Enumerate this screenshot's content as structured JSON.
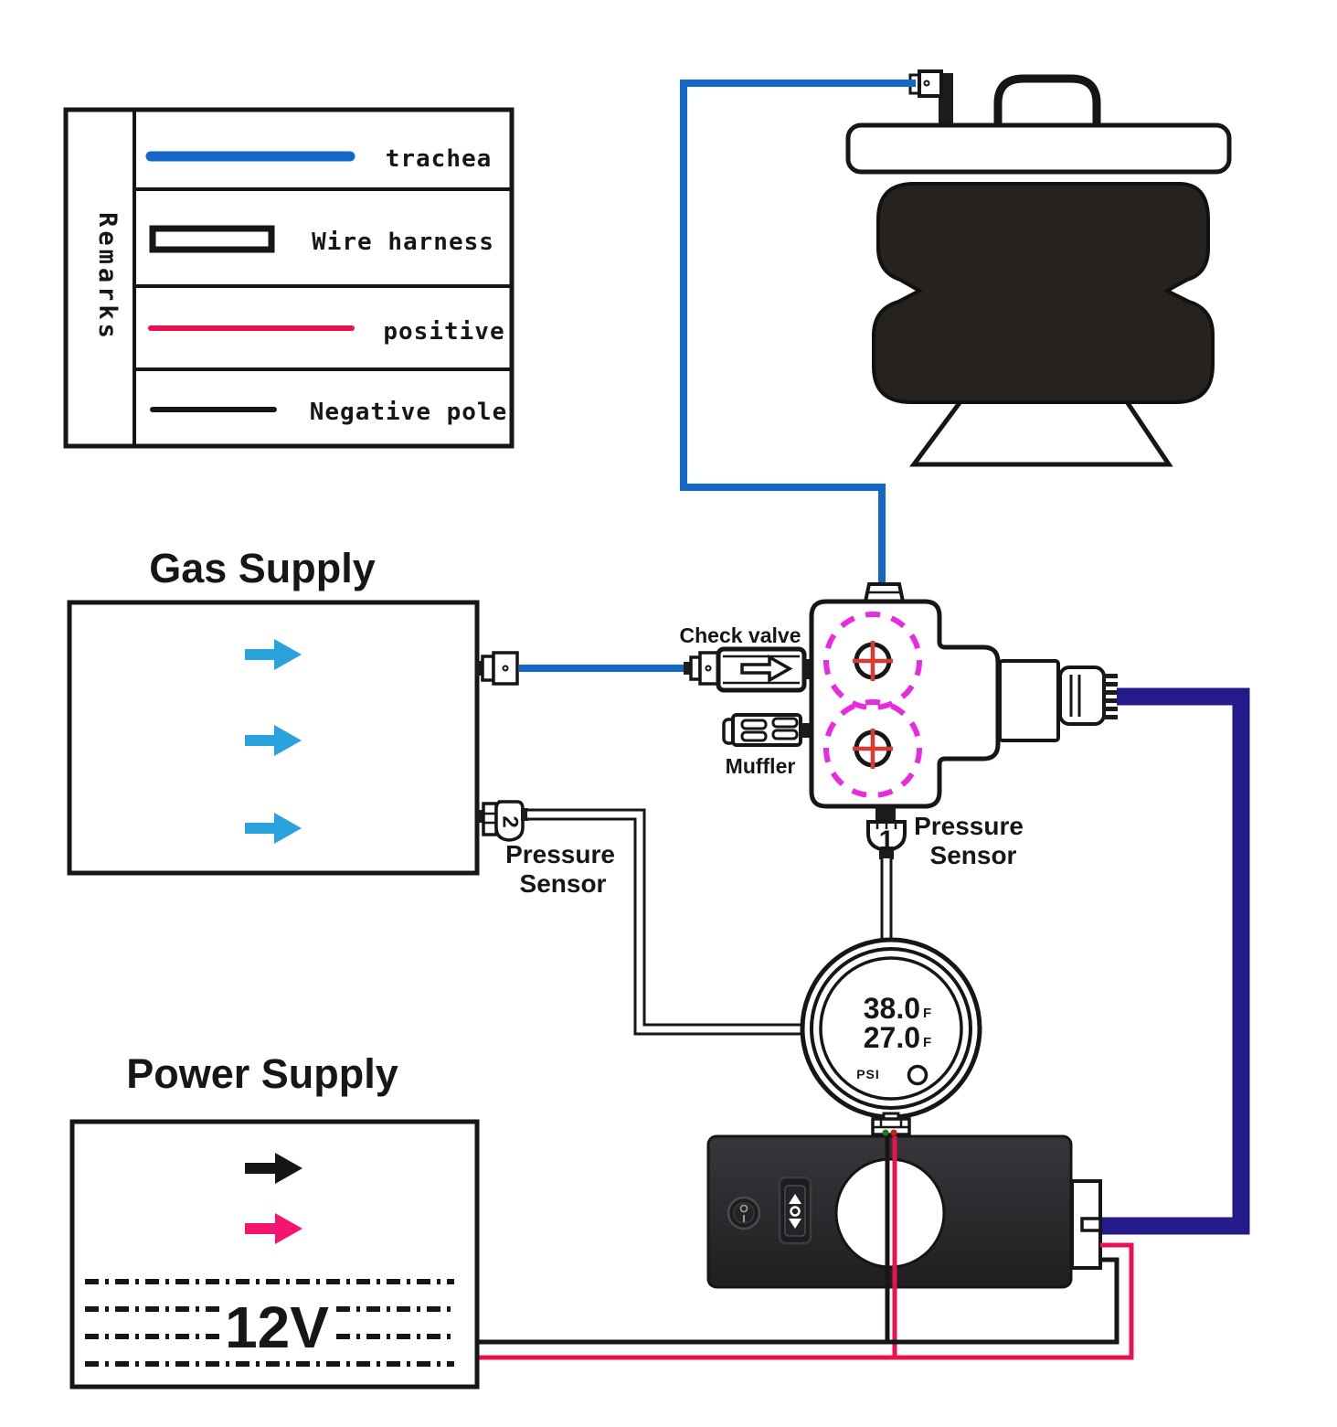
{
  "legend": {
    "title": "Remarks",
    "rows": [
      {
        "symbol": "trachea-line",
        "label": "trachea"
      },
      {
        "symbol": "wire-harness-rect",
        "label": "Wire harness"
      },
      {
        "symbol": "positive-line",
        "label": "positive"
      },
      {
        "symbol": "negative-line",
        "label": "Negative pole"
      }
    ]
  },
  "gas_supply": {
    "title": "Gas Supply"
  },
  "power_supply": {
    "title": "Power Supply",
    "voltage_label": "12V"
  },
  "components": {
    "check_valve": "Check valve",
    "muffler": "Muffler",
    "pressure_sensor_right": {
      "line1": "Pressure",
      "line2": "Sensor"
    },
    "pressure_sensor_left": {
      "line1": "Pressure",
      "line2": "Sensor"
    },
    "port_labels": {
      "manifold_bottom": "1",
      "gas_supply_side": "2"
    }
  },
  "gauge": {
    "front_pressure": "38.0",
    "front_unit": "F",
    "rear_pressure": "27.0",
    "rear_unit": "F",
    "scale_unit": "PSI"
  },
  "colors": {
    "tube_blue": "#1467C6",
    "arrow_cyan": "#2AA3DC",
    "harness_navy": "#241A8A",
    "valve_magenta": "#E92BE0",
    "port_cross_red": "#DC3A30",
    "positive_red": "#E8124E",
    "arrow_pink": "#F3156F",
    "negative_black": "#161616",
    "panel_dark": "#2A2A2D",
    "indicator_green": "#1E7A1E",
    "indicator_red": "#C42222"
  }
}
